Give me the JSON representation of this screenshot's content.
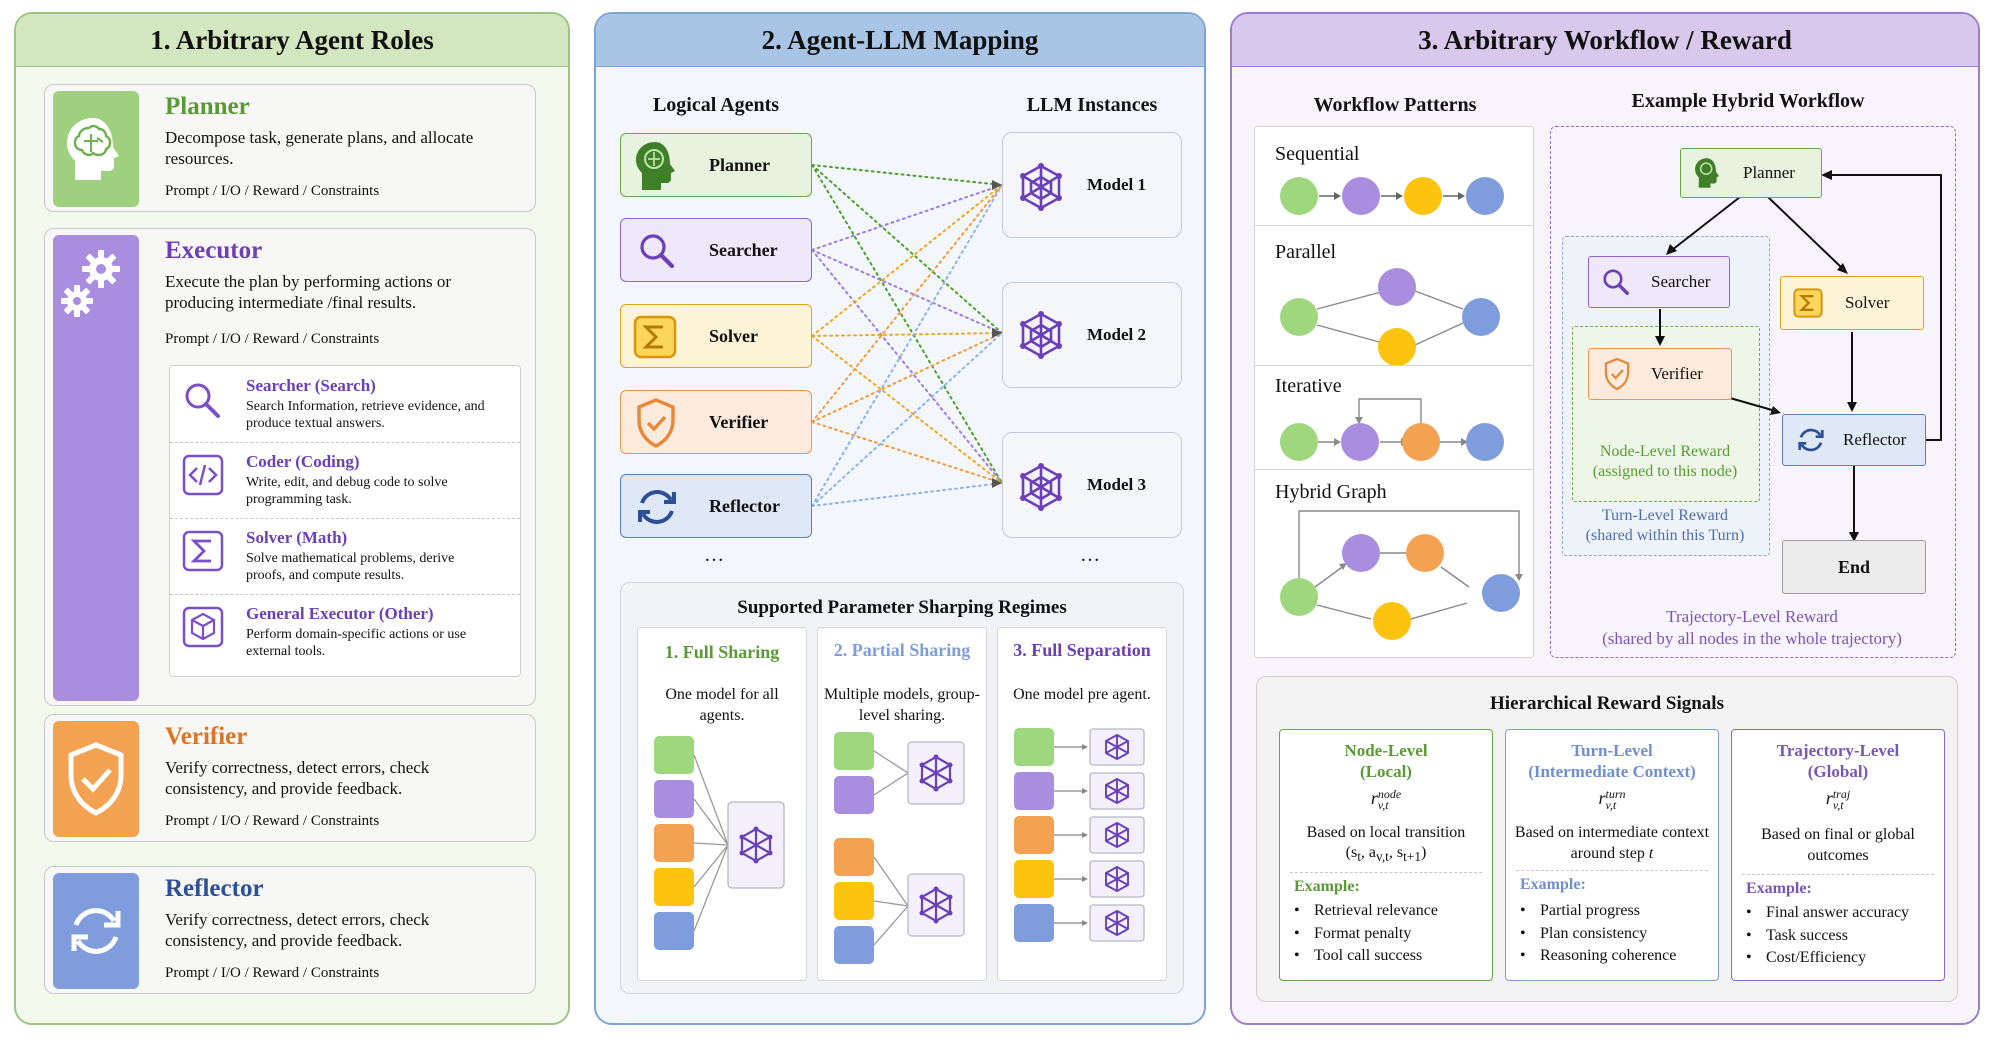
{
  "panels": {
    "p1": {
      "title": "1. Arbitrary Agent Roles"
    },
    "p2": {
      "title": "2. Agent-LLM Mapping"
    },
    "p3": {
      "title": "3. Arbitrary Workflow / Reward"
    }
  },
  "roles": {
    "planner": {
      "name": "Planner",
      "desc": "Decompose task, generate plans, and allocate resources.",
      "foot": "Prompt / I/O / Reward / Constraints"
    },
    "executor": {
      "name": "Executor",
      "desc": "Execute the plan by performing actions or producing intermediate /final results.",
      "foot": "Prompt / I/O / Reward / Constraints",
      "subs": [
        {
          "name": "Searcher (Search)",
          "desc": "Search Information, retrieve evidence, and produce textual answers.",
          "icon": "search-icon"
        },
        {
          "name": "Coder (Coding)",
          "desc": "Write, edit, and debug code to solve programming task.",
          "icon": "code-icon"
        },
        {
          "name": "Solver (Math)",
          "desc": "Solve mathematical problems, derive proofs, and compute results.",
          "icon": "sigma-icon"
        },
        {
          "name": "General Executor (Other)",
          "desc": "Perform domain-specific actions or use external tools.",
          "icon": "cube-icon"
        }
      ]
    },
    "verifier": {
      "name": "Verifier",
      "desc": "Verify correctness, detect errors, check consistency, and provide feedback.",
      "foot": "Prompt / I/O / Reward / Constraints"
    },
    "reflector": {
      "name": "Reflector",
      "desc": "Verify correctness, detect errors, check consistency, and provide feedback.",
      "foot": "Prompt / I/O / Reward / Constraints"
    }
  },
  "mapping": {
    "logical_title": "Logical Agents",
    "llm_title": "LLM Instances",
    "agents": [
      "Planner",
      "Searcher",
      "Solver",
      "Verifier",
      "Reflector"
    ],
    "models": [
      "Model 1",
      "Model 2",
      "Model 3"
    ],
    "ellipsis": "…",
    "sharing": {
      "title": "Supported Parameter Sharping Regimes",
      "regimes": [
        {
          "title": "1. Full Sharing",
          "desc": "One model for all agents."
        },
        {
          "title": "2. Partial Sharing",
          "desc": "Multiple models, group-level sharing."
        },
        {
          "title": "3. Full Separation",
          "desc": "One model pre agent."
        }
      ]
    }
  },
  "workflow": {
    "patterns_title": "Workflow Patterns",
    "patterns": [
      "Sequential",
      "Parallel",
      "Iterative",
      "Hybrid Graph"
    ],
    "hybrid_title": "Example Hybrid Workflow",
    "nodes": {
      "planner": "Planner",
      "searcher": "Searcher",
      "solver": "Solver",
      "verifier": "Verifier",
      "reflector": "Reflector",
      "end": "End"
    },
    "node_reward": "Node-Level Reward\n(assigned to this node)",
    "turn_reward": "Turn-Level Reward\n(shared within this Turn)",
    "traj_reward": "Trajectory-Level Reward\n(shared by all nodes in the whole trajectory)"
  },
  "rewards": {
    "title": "Hierarchical Reward Signals",
    "example_label": "Example:",
    "levels": [
      {
        "title": "Node-Level\n(Local)",
        "symbol_sup": "node",
        "desc": "Based on local transition",
        "formula": "(s",
        "examples": [
          "Retrieval relevance",
          "Format penalty",
          "Tool call success"
        ]
      },
      {
        "title": "Turn-Level\n(Intermediate Context)",
        "symbol_sup": "turn",
        "desc": "Based on intermediate context around step ",
        "examples": [
          "Partial progress",
          "Plan consistency",
          "Reasoning coherence"
        ]
      },
      {
        "title": "Trajectory-Level\n(Global)",
        "symbol_sup": "traj",
        "desc": "Based on final or global outcomes",
        "examples": [
          "Final answer accuracy",
          "Task success",
          "Cost/Efficiency"
        ]
      }
    ]
  },
  "colors": {
    "green": "#9ed77e",
    "purple": "#a98ee0",
    "orange": "#f3a251",
    "yellow": "#fcc30f",
    "blue": "#7f9ddc"
  }
}
